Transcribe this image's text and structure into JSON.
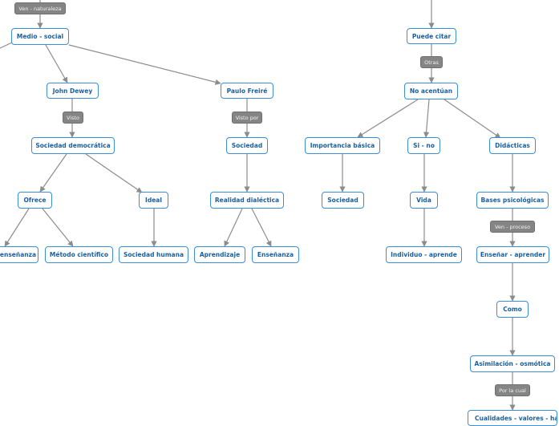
{
  "nodes": {
    "medio_social": "Medio - social",
    "john_dewey": "John Dewey",
    "paulo_freire": "Paulo Freiré",
    "sociedad_democratica": "Sociedad democrática",
    "sociedad_freire": "Sociedad",
    "ofrece": "Ofrece",
    "ideal": "Ideal",
    "realidad_dialectica": "Realidad dialéctica",
    "ensenanza_left": "enseñanza",
    "metodo_cientifico": "Método científico",
    "sociedad_humana": "Sociedad humana",
    "aprendizaje": "Aprendizaje",
    "ensenanza_freire": "Enseñanza",
    "puede_citar": "Puede citar",
    "no_acentuan": "No acentúan",
    "importancia_basica": "Importancia básica",
    "si_no": "Si - no",
    "didacticas": "Didácticas",
    "sociedad_imp": "Sociedad",
    "vida": "Vida",
    "bases_psicologicas": "Bases psicológicas",
    "individuo_aprende": "Individuo - aprende",
    "ensenar_aprender": "Enseñar - aprender",
    "como": "Como",
    "asimilacion_osmotica": "Asimilación - osmótica",
    "bottom_cut": "Cualidades - valores - ha"
  },
  "labels": {
    "ven_naturaleza": "Ven - naturaleza",
    "visto": "Visto",
    "visto_por": "Visto por",
    "otras": "Otras",
    "ven_proceso": "Ven - proceso",
    "por_la_cual": "Por la cual"
  },
  "colors": {
    "node_border": "#3a8fd8",
    "node_text": "#1b5f9e",
    "label_bg": "#858585",
    "edge": "#8c8c8c"
  }
}
